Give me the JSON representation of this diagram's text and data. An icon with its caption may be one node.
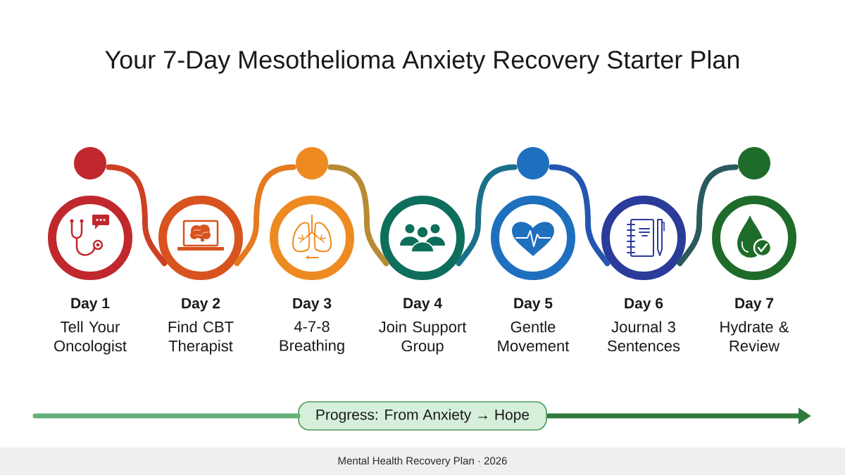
{
  "diagram": {
    "title": "Your 7-Day Mesothelioma Anxiety Recovery Starter Plan",
    "nodes": [
      {
        "text": [
          "Day 1",
          "Tell Your Oncologist"
        ]
      },
      {
        "text": [
          "Day 2",
          "Find CBT Therapist"
        ]
      },
      {
        "text": [
          "Day 3",
          "4-7-8 Breathing"
        ]
      },
      {
        "text": [
          "Day 4",
          "Join Support Group"
        ]
      },
      {
        "text": [
          "Day 5",
          "Gentle Movement"
        ]
      },
      {
        "text": [
          "Day 6",
          "Journal 3 Sentences"
        ]
      },
      {
        "text": [
          "Day 7",
          "Hydrate & Review"
        ]
      },
      {
        "text": [],
        "shape": "circle"
      },
      {
        "text": [],
        "shape": "circle"
      },
      {
        "text": [],
        "shape": "circle"
      },
      {
        "text": [],
        "shape": "circle"
      },
      {
        "text": [
          "Progress: From Anxiety → Hope"
        ]
      }
    ],
    "edges": [
      {
        "from": 7,
        "to": 1,
        "arrow": "none",
        "color": "#cc4024"
      },
      {
        "from": 1,
        "to": 8,
        "arrow": "none",
        "color": "#e57a1f"
      },
      {
        "from": 8,
        "to": 3,
        "arrow": "none",
        "color": "#b98a34"
      },
      {
        "from": 3,
        "to": 9,
        "arrow": "none",
        "color": "#1b7089"
      },
      {
        "from": 9,
        "to": 5,
        "arrow": "none",
        "color": "#2456b0"
      },
      {
        "from": 5,
        "to": 10,
        "arrow": "none",
        "color": "#2a5a5e"
      },
      {
        "from": null,
        "to": 11,
        "arrow": "none",
        "color": "#66b07a"
      },
      {
        "from": 11,
        "to": null,
        "arrow": "to",
        "color": "#2f7a3c"
      }
    ],
    "labels": [
      "Mental Health Recovery Plan · 2026"
    ]
  }
}
